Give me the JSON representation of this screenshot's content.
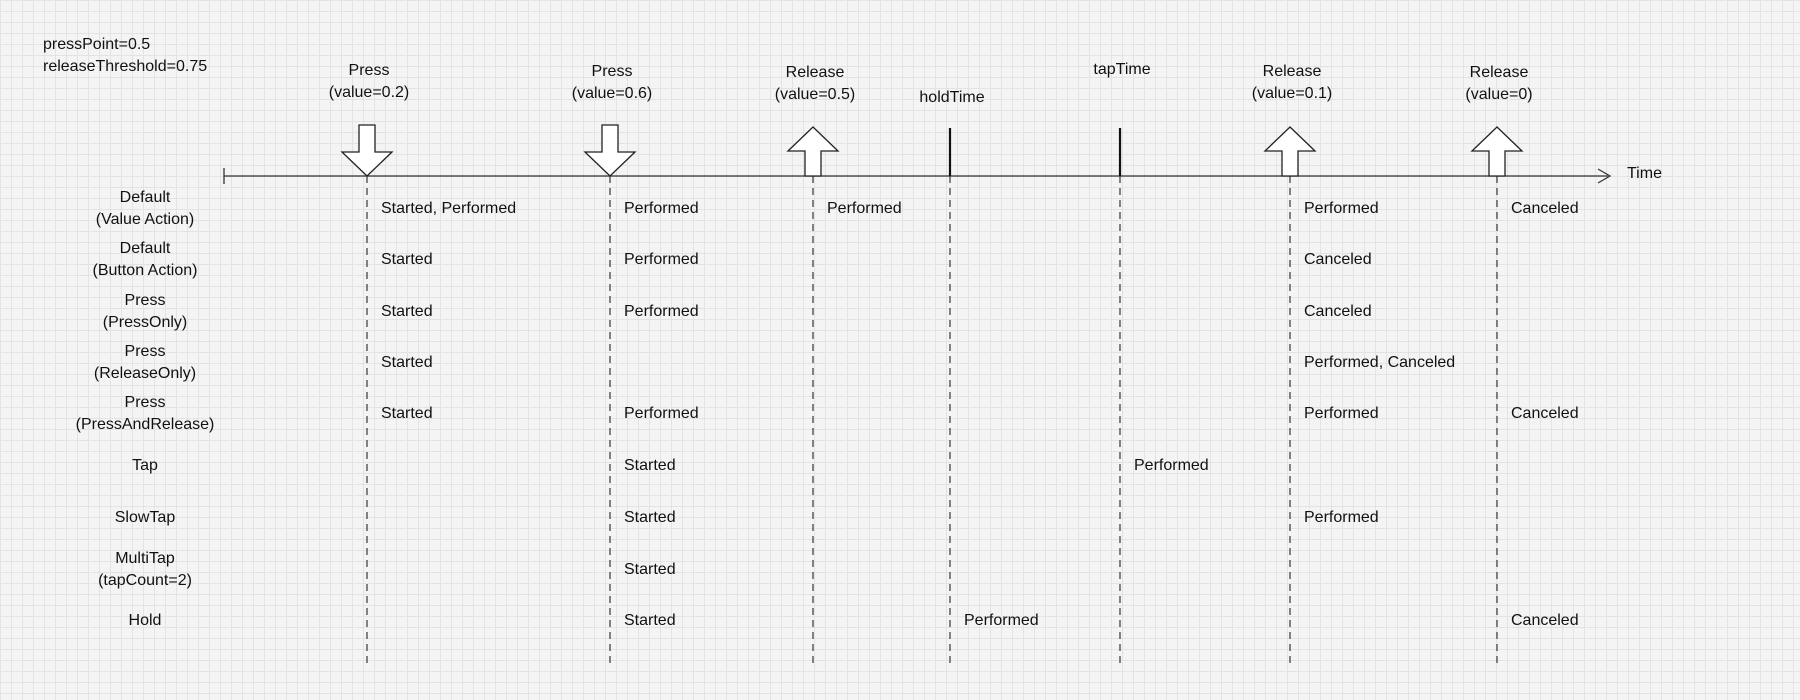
{
  "params": {
    "press_point": "pressPoint=0.5",
    "release_threshold": "releaseThreshold=0.75"
  },
  "axis": {
    "label": "Time"
  },
  "events": [
    {
      "kind": "press",
      "line1": "Press",
      "line2": "(value=0.2)"
    },
    {
      "kind": "press",
      "line1": "Press",
      "line2": "(value=0.6)"
    },
    {
      "kind": "release",
      "line1": "Release",
      "line2": "(value=0.5)"
    },
    {
      "kind": "marker",
      "line1": "holdTime",
      "line2": ""
    },
    {
      "kind": "marker",
      "line1": "tapTime",
      "line2": ""
    },
    {
      "kind": "release",
      "line1": "Release",
      "line2": "(value=0.1)"
    },
    {
      "kind": "release",
      "line1": "Release",
      "line2": "(value=0)"
    }
  ],
  "rows": [
    {
      "label1": "Default",
      "label2": "(Value Action)",
      "cells": [
        "Started, Performed",
        "Performed",
        "Performed",
        "",
        "",
        "Performed",
        "Canceled"
      ]
    },
    {
      "label1": "Default",
      "label2": "(Button Action)",
      "cells": [
        "Started",
        "Performed",
        "",
        "",
        "",
        "Canceled",
        ""
      ]
    },
    {
      "label1": "Press",
      "label2": "(PressOnly)",
      "cells": [
        "Started",
        "Performed",
        "",
        "",
        "",
        "Canceled",
        ""
      ]
    },
    {
      "label1": "Press",
      "label2": "(ReleaseOnly)",
      "cells": [
        "Started",
        "",
        "",
        "",
        "",
        "Performed, Canceled",
        ""
      ]
    },
    {
      "label1": "Press",
      "label2": "(PressAndRelease)",
      "cells": [
        "Started",
        "Performed",
        "",
        "",
        "",
        "Performed",
        "Canceled"
      ]
    },
    {
      "label1": "Tap",
      "label2": "",
      "cells": [
        "",
        "Started",
        "",
        "",
        "Performed",
        "",
        ""
      ]
    },
    {
      "label1": "SlowTap",
      "label2": "",
      "cells": [
        "",
        "Started",
        "",
        "",
        "",
        "Performed",
        ""
      ]
    },
    {
      "label1": "MultiTap",
      "label2": "(tapCount=2)",
      "cells": [
        "",
        "Started",
        "",
        "",
        "",
        "",
        ""
      ]
    },
    {
      "label1": "Hold",
      "label2": "",
      "cells": [
        "",
        "Started",
        "",
        "Performed",
        "",
        "",
        "Canceled"
      ]
    }
  ]
}
